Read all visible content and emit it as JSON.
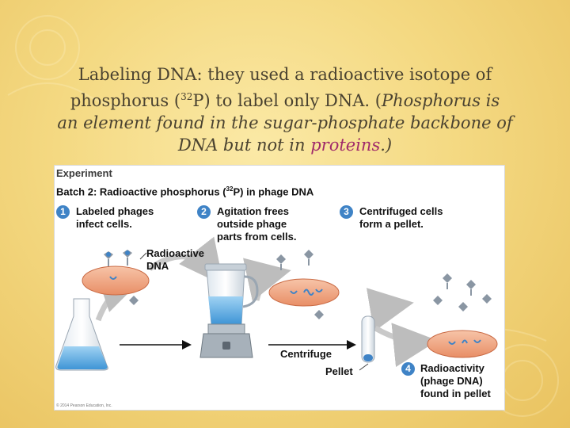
{
  "slide": {
    "line1": "Labeling DNA: they used a radioactive isotope of",
    "line2_a": "phosphorus (",
    "line2_sup": "32",
    "line2_b": "P) to label only DNA. (",
    "line2_em": "Phosphorus is",
    "line3": "an element found in the sugar-phosphate backbone of",
    "line4_a": "DNA but not in ",
    "line4_pink": "proteins",
    "line4_b": ".)"
  },
  "figure": {
    "heading": "Experiment",
    "batch_a": "Batch 2: Radioactive phosphorus (",
    "batch_sup": "32",
    "batch_b": "P) in phage DNA",
    "steps": [
      {
        "num": "1",
        "l1": "Labeled phages",
        "l2": "infect cells."
      },
      {
        "num": "2",
        "l1": "Agitation frees",
        "l2": "outside phage",
        "l3": "parts from cells."
      },
      {
        "num": "3",
        "l1": "Centrifuged cells",
        "l2": "form a pellet."
      },
      {
        "num": "4",
        "l1": "Radioactivity",
        "l2": "(phage DNA)",
        "l3": "found in pellet"
      }
    ],
    "radioactive_dna_l1": "Radioactive",
    "radioactive_dna_l2": "DNA",
    "centrifuge": "Centrifuge",
    "pellet": "Pellet",
    "copyright": "© 2014 Pearson Education, Inc.",
    "colors": {
      "dna_blue": "#3f83c6",
      "cell_salmon": "#f3a47e",
      "liquid_blue": "#6fb6e8"
    }
  }
}
